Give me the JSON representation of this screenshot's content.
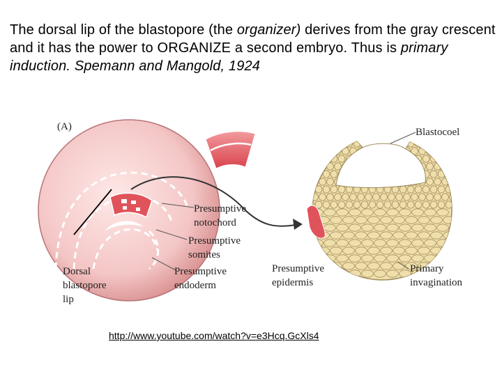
{
  "headline": {
    "s1": "The dorsal lip of the blastopore (the ",
    "s2": "organizer)",
    "s3": " derives from the gray crescent and it has the power to ORGANIZE a second embryo. Thus is ",
    "s4": "primary induction.",
    "s5": "  ",
    "s6": "Spemann and Mangold, 1924"
  },
  "figure": {
    "panel_label": "(A)",
    "labels": {
      "blastocoel": "Blastocoel",
      "notochord": [
        "Presumptive",
        "notochord"
      ],
      "somites": [
        "Presumptive",
        "somites"
      ],
      "endoderm": [
        "Presumptive",
        "endoderm"
      ],
      "dorsal_lip": [
        "Dorsal",
        "blastopore",
        "lip"
      ],
      "epidermis": [
        "Presumptive",
        "epidermis"
      ],
      "invagination": [
        "Primary",
        "invagination"
      ]
    }
  },
  "link": {
    "text": "http://www.youtube.com/watch?v=e3Hcq.GcXls4"
  },
  "colors": {
    "embryo_fill": "#f3c7c7",
    "organizer_red": "#e0535a",
    "host_cells": "#f0dfaa",
    "cell_outline": "#a08c5e"
  }
}
